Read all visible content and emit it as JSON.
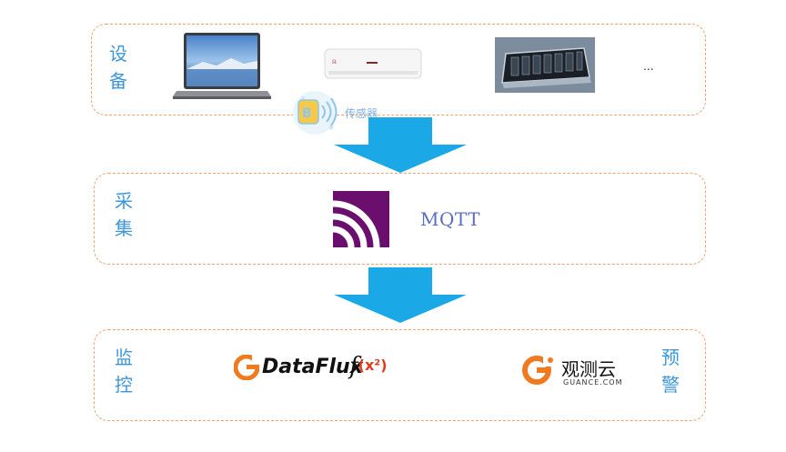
{
  "layers": {
    "device": {
      "label": [
        "设",
        "备"
      ],
      "ellipsis": "...",
      "sensor_label": "传感器"
    },
    "collect": {
      "label": [
        "采",
        "集"
      ],
      "protocol": "MQTT"
    },
    "monitor": {
      "label": [
        "监",
        "控"
      ],
      "alert_label": [
        "预",
        "警"
      ],
      "dataflux": "DataFlux",
      "fx": "f",
      "fx_paren": "(x²)",
      "guance": "观测云",
      "guance_sub": "GUANCE.COM"
    }
  },
  "colors": {
    "border": "#f0a070",
    "label": "#3d96d8",
    "arrow": "#1aa8e6",
    "mqtt_icon": "#6a0f6e",
    "logo_orange": "#f07a20"
  }
}
